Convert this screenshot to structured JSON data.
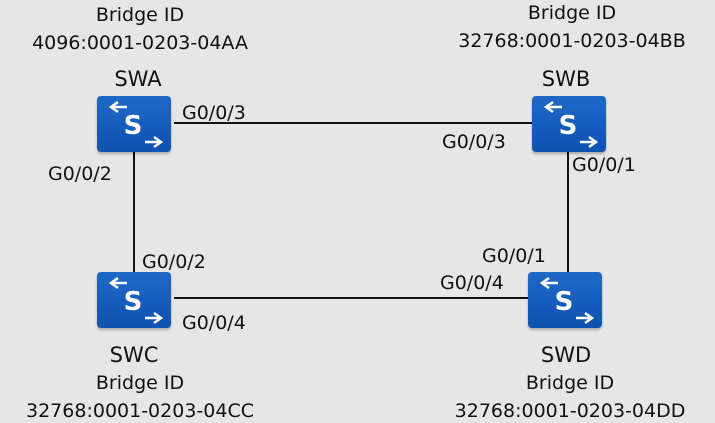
{
  "switches": [
    {
      "name": "SWA",
      "bridge_label": "Bridge ID",
      "bridge_id": "4096:0001-0203-04AA",
      "icon": "switch-icon"
    },
    {
      "name": "SWB",
      "bridge_label": "Bridge ID",
      "bridge_id": "32768:0001-0203-04BB",
      "icon": "switch-icon"
    },
    {
      "name": "SWC",
      "bridge_label": "Bridge ID",
      "bridge_id": "32768:0001-0203-04CC",
      "icon": "switch-icon"
    },
    {
      "name": "SWD",
      "bridge_label": "Bridge ID",
      "bridge_id": "32768:0001-0203-04DD",
      "icon": "switch-icon"
    }
  ],
  "ports": {
    "swa_right": "G0/0/3",
    "swa_down": "G0/0/2",
    "swb_left": "G0/0/3",
    "swb_down": "G0/0/1",
    "swc_up": "G0/0/2",
    "swc_right": "G0/0/4",
    "swd_up": "G0/0/1",
    "swd_left": "G0/0/4"
  },
  "colors": {
    "switch": "#1560bd",
    "link": "#111111",
    "background": "#e6e6e6"
  }
}
